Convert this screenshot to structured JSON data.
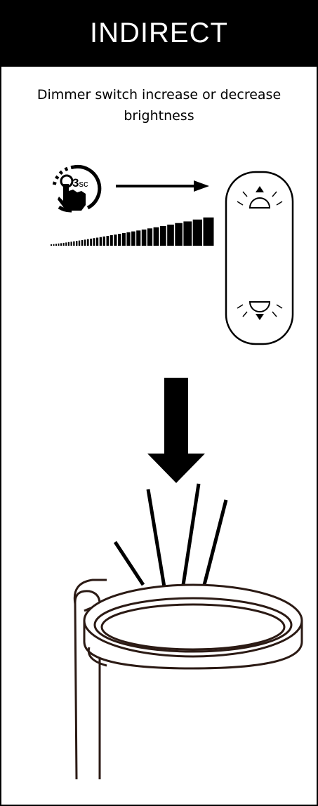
{
  "header": {
    "title": "INDIRECT"
  },
  "description": "Dimmer switch increase or decrease brightness",
  "press_icon": {
    "number": "3",
    "unit": "sc"
  },
  "icons": {
    "press_hold": "press-hold-3sc-icon",
    "arrow_right": "arrow-right-icon",
    "brightness_ramp": "brightness-ramp-icon",
    "dimmer_switch": "dimmer-switch-icon",
    "brightness_up": "brightness-up-icon",
    "brightness_down": "brightness-down-icon",
    "arrow_down": "arrow-down-icon",
    "light_rays": "light-rays-icon",
    "lamp": "lamp-head-icon"
  },
  "colors": {
    "header_bg": "#000000",
    "header_text": "#ffffff",
    "lamp_stroke": "#2b1a14"
  }
}
